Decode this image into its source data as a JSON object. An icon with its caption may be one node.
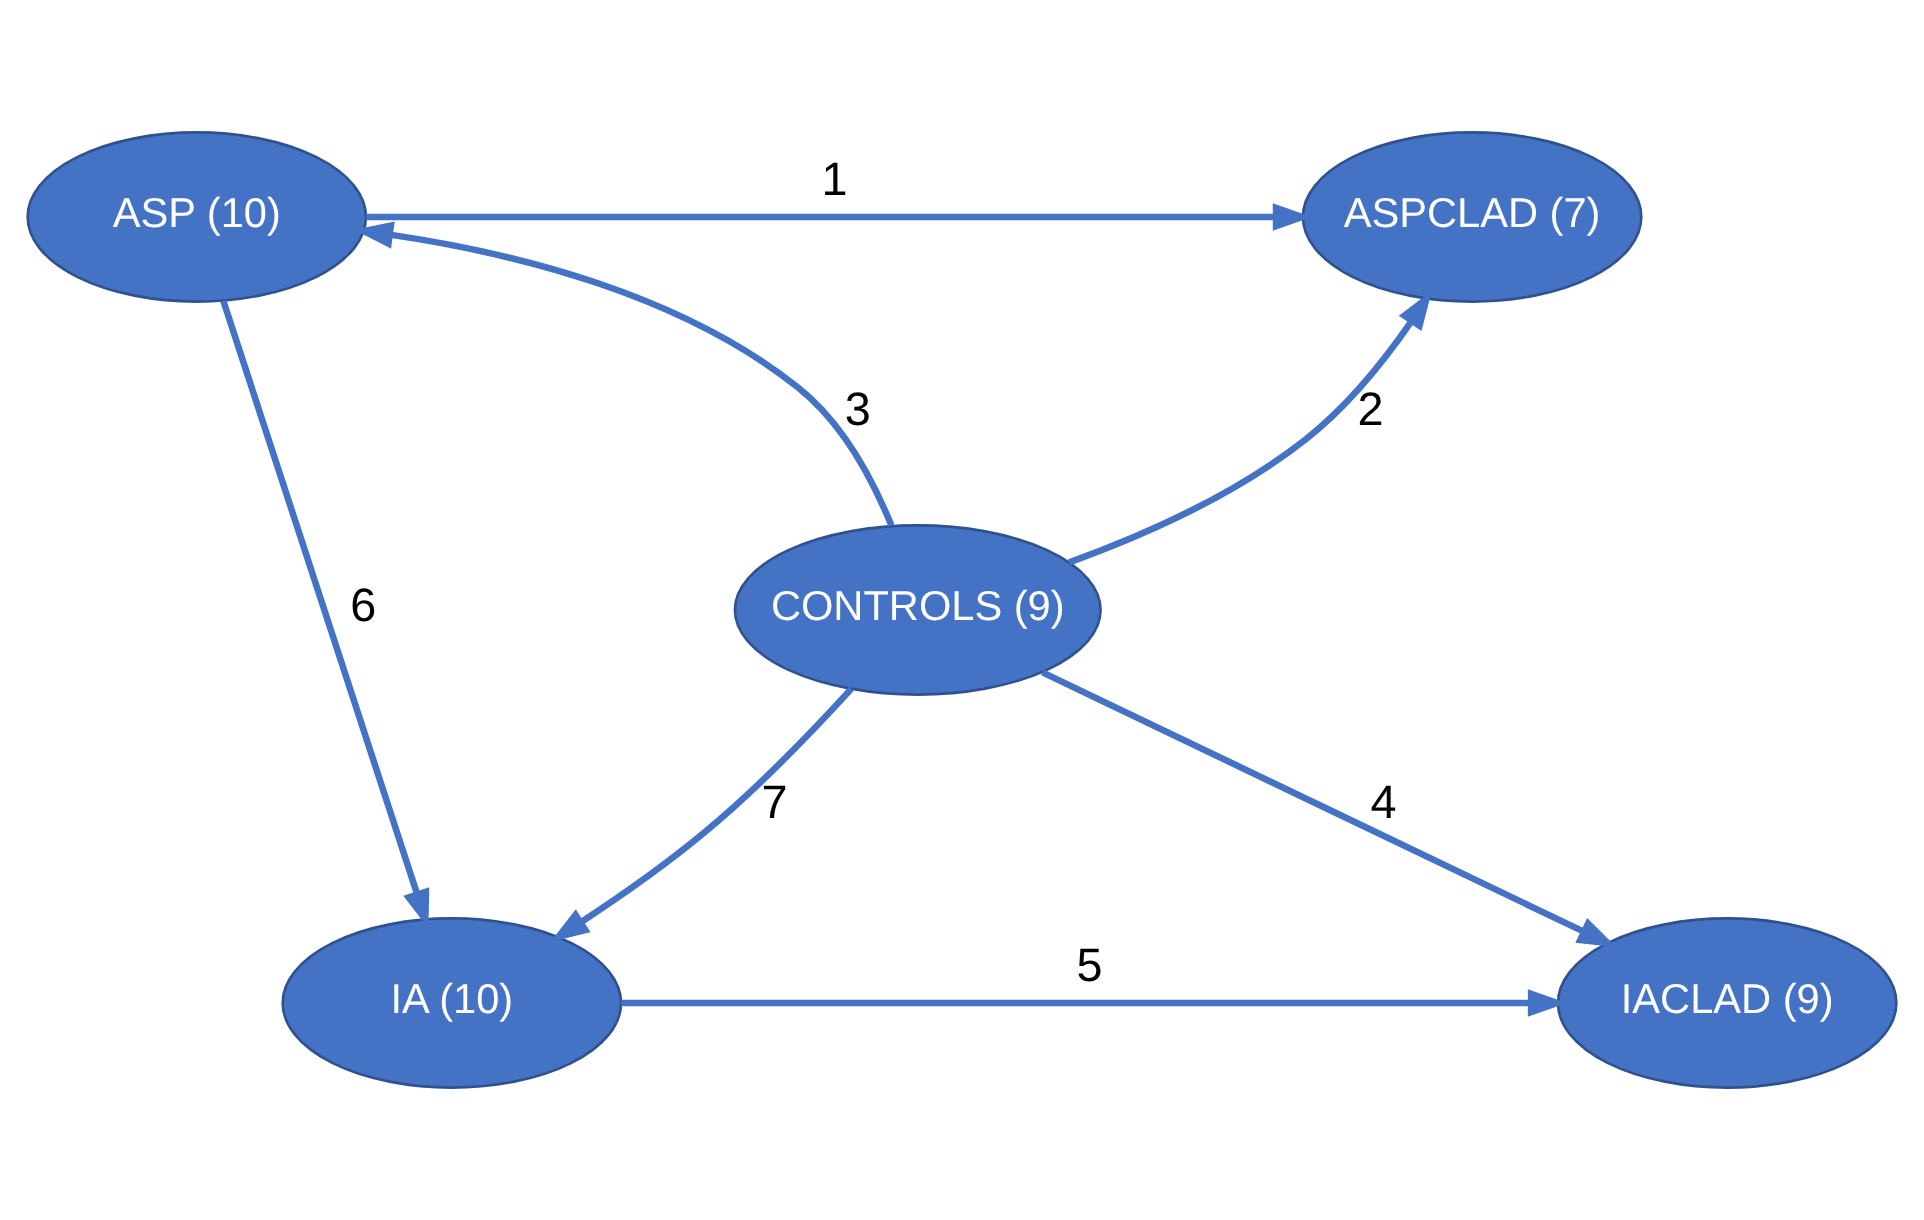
{
  "diagram": {
    "nodes": [
      {
        "text": [
          "ASP (10)"
        ]
      },
      {
        "text": [
          "ASPCLAD (7)"
        ]
      },
      {
        "text": [
          "CONTROLS (9)"
        ]
      },
      {
        "text": [
          "IA (10)"
        ]
      },
      {
        "text": [
          "IACLAD (9)"
        ]
      }
    ],
    "edges": [
      {
        "from": 0,
        "to": 1,
        "arrow": "to",
        "label": "1"
      },
      {
        "from": 2,
        "to": 1,
        "arrow": "to",
        "label": "2"
      },
      {
        "from": 2,
        "to": 0,
        "arrow": "to",
        "label": "3"
      },
      {
        "from": 2,
        "to": 4,
        "arrow": "to",
        "label": "4"
      },
      {
        "from": 3,
        "to": 4,
        "arrow": "to",
        "label": "5"
      },
      {
        "from": 0,
        "to": 3,
        "arrow": "to",
        "label": "6"
      },
      {
        "from": 2,
        "to": 3,
        "arrow": "to",
        "label": "7"
      }
    ]
  }
}
